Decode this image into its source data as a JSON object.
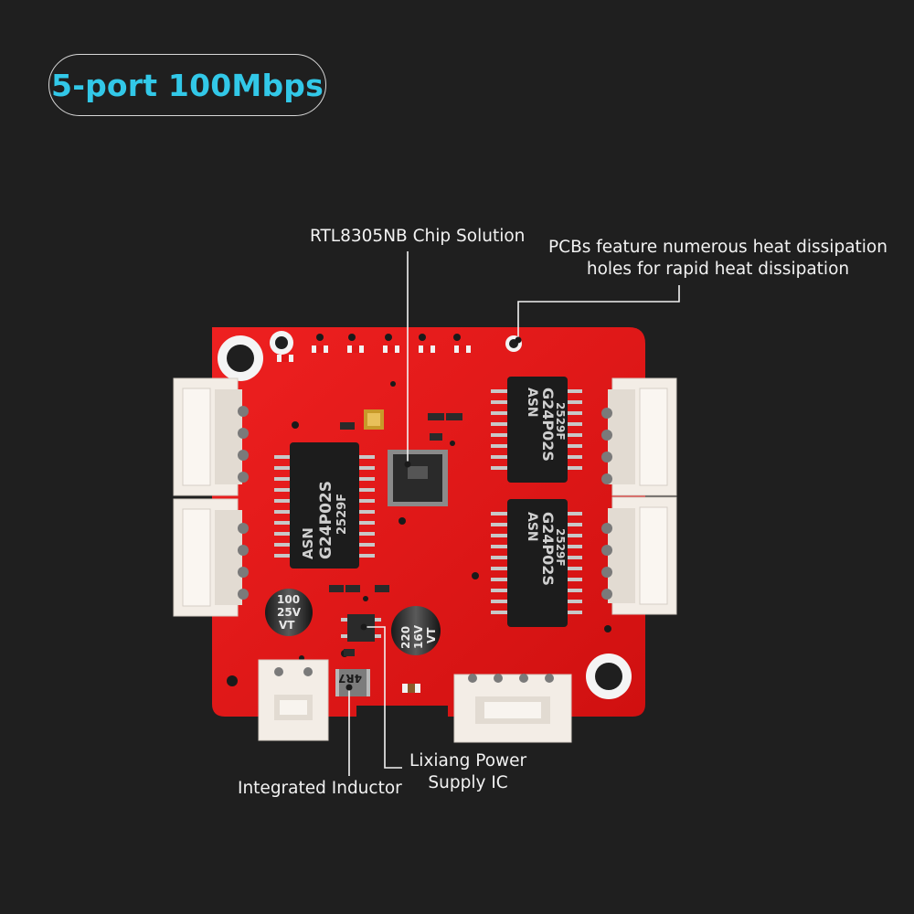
{
  "badge": {
    "text": "5-port 100Mbps"
  },
  "callouts": {
    "chip": "RTL8305NB Chip Solution",
    "pcb_line1": "PCBs feature numerous heat dissipation",
    "pcb_line2": "holes for rapid heat dissipation",
    "power_line1": "Lixiang Power",
    "power_line2": "Supply IC",
    "inductor": "Integrated Inductor"
  },
  "components": {
    "transformer_brand": "ASN",
    "transformer_model": "G24P02S",
    "transformer_code": "2529F",
    "cap1_value": "100",
    "cap1_voltage": "25V",
    "cap1_series": "VT",
    "cap2_value": "220",
    "cap2_voltage": "16V",
    "cap2_series": "VT",
    "inductor_marking": "4R7"
  },
  "colors": {
    "background": "#1f1f1f",
    "badge_text": "#32c8e8",
    "pcb": "#e01818",
    "connector": "#f3ede6"
  }
}
